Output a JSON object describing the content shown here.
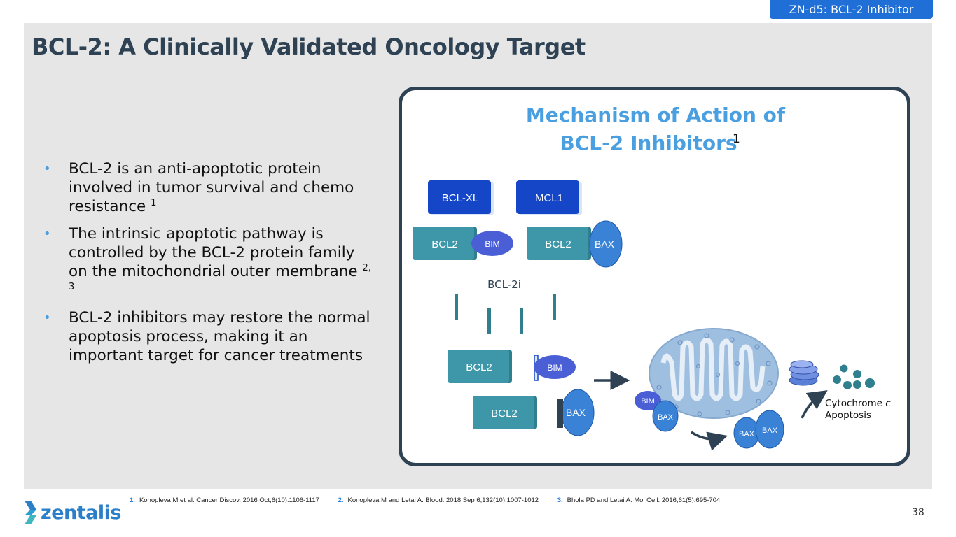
{
  "header": {
    "tag": "ZN-d5: BCL-2 Inhibitor"
  },
  "slide": {
    "title": "BCL-2: A Clinically Validated Oncology Target"
  },
  "bullets": [
    {
      "text": "BCL-2 is an anti-apoptotic protein involved in tumor survival and chemo resistance",
      "sup": "1"
    },
    {
      "text": "The intrinsic apoptotic pathway is controlled by the BCL-2 protein family on the mitochondrial outer membrane",
      "sup": "2, 3"
    },
    {
      "text": "BCL-2 inhibitors may restore the normal apoptosis process, making it an important target for cancer treatments",
      "sup": ""
    }
  ],
  "mechanism": {
    "title_line1": "Mechanism of Action of",
    "title_line2": "BCL-2 Inhibitors",
    "title_sup": "1",
    "labels": {
      "bcl_xl": "BCL-XL",
      "mcl1": "MCL1",
      "bcl2": "BCL2",
      "bim": "BIM",
      "bax": "BAX",
      "inhibitor": "BCL-2i",
      "cytochrome": "Cytochrome",
      "cytochrome_c": "c",
      "apoptosis": "Apoptosis"
    },
    "colors": {
      "title": "#4a9fe0",
      "dark_blue_box": "#1546c8",
      "teal_box": "#3d97a8",
      "bim": "#4a5fd6",
      "bax": "#3a82d6",
      "mito_outer": "#9fbfe0",
      "mito_inner": "#c6d9ef",
      "border": "#2e4254"
    }
  },
  "footer": {
    "references": [
      {
        "num": "1.",
        "text": "Konopleva M et al. Cancer Discov. 2016 Oct;6(10):1106-1117"
      },
      {
        "num": "2.",
        "text": "Konopleva M and Letai A. Blood. 2018 Sep 6;132(10):1007-1012"
      },
      {
        "num": "3.",
        "text": "Bhola PD and Letai A. Mol Cell. 2016;61(5):695-704"
      }
    ],
    "logo": "zentalis",
    "page_number": "38"
  }
}
